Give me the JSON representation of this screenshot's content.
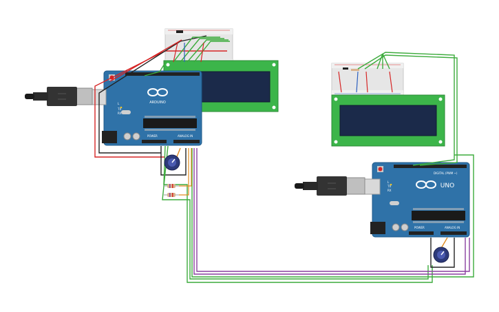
{
  "colors": {
    "background": "#ffffff",
    "arduino_board": "#2f72a8",
    "arduino_edge": "#1f5a8a",
    "lcd_frame": "#3cb54a",
    "lcd_screen": "#1b2a4a",
    "breadboard": "#e6e6e6",
    "usb_plug": "#333333",
    "usb_metal": "#bfbfbf",
    "wire_red": "#d62424",
    "wire_black": "#222222",
    "wire_green": "#3cab3c",
    "wire_purple": "#8a3fa0",
    "wire_orange": "#e08a1e",
    "pot_body": "#2d3a7a",
    "resistor": "#d9b38c"
  },
  "left_arduino": {
    "brand_label": "ARDUINO",
    "logo_icon": "infinity-logo-icon",
    "power_label": "POWER",
    "analog_label": "ANALOG IN",
    "tx_label": "TX",
    "rx_label": "RX",
    "l_label": "L"
  },
  "right_arduino": {
    "brand_label": "UNO",
    "logo_icon": "infinity-logo-icon",
    "digital_label": "DIGITAL (PWM ~)",
    "power_label": "POWER",
    "analog_label": "ANALOG IN",
    "tx_label": "TX",
    "rx_label": "RX",
    "l_label": "L"
  }
}
